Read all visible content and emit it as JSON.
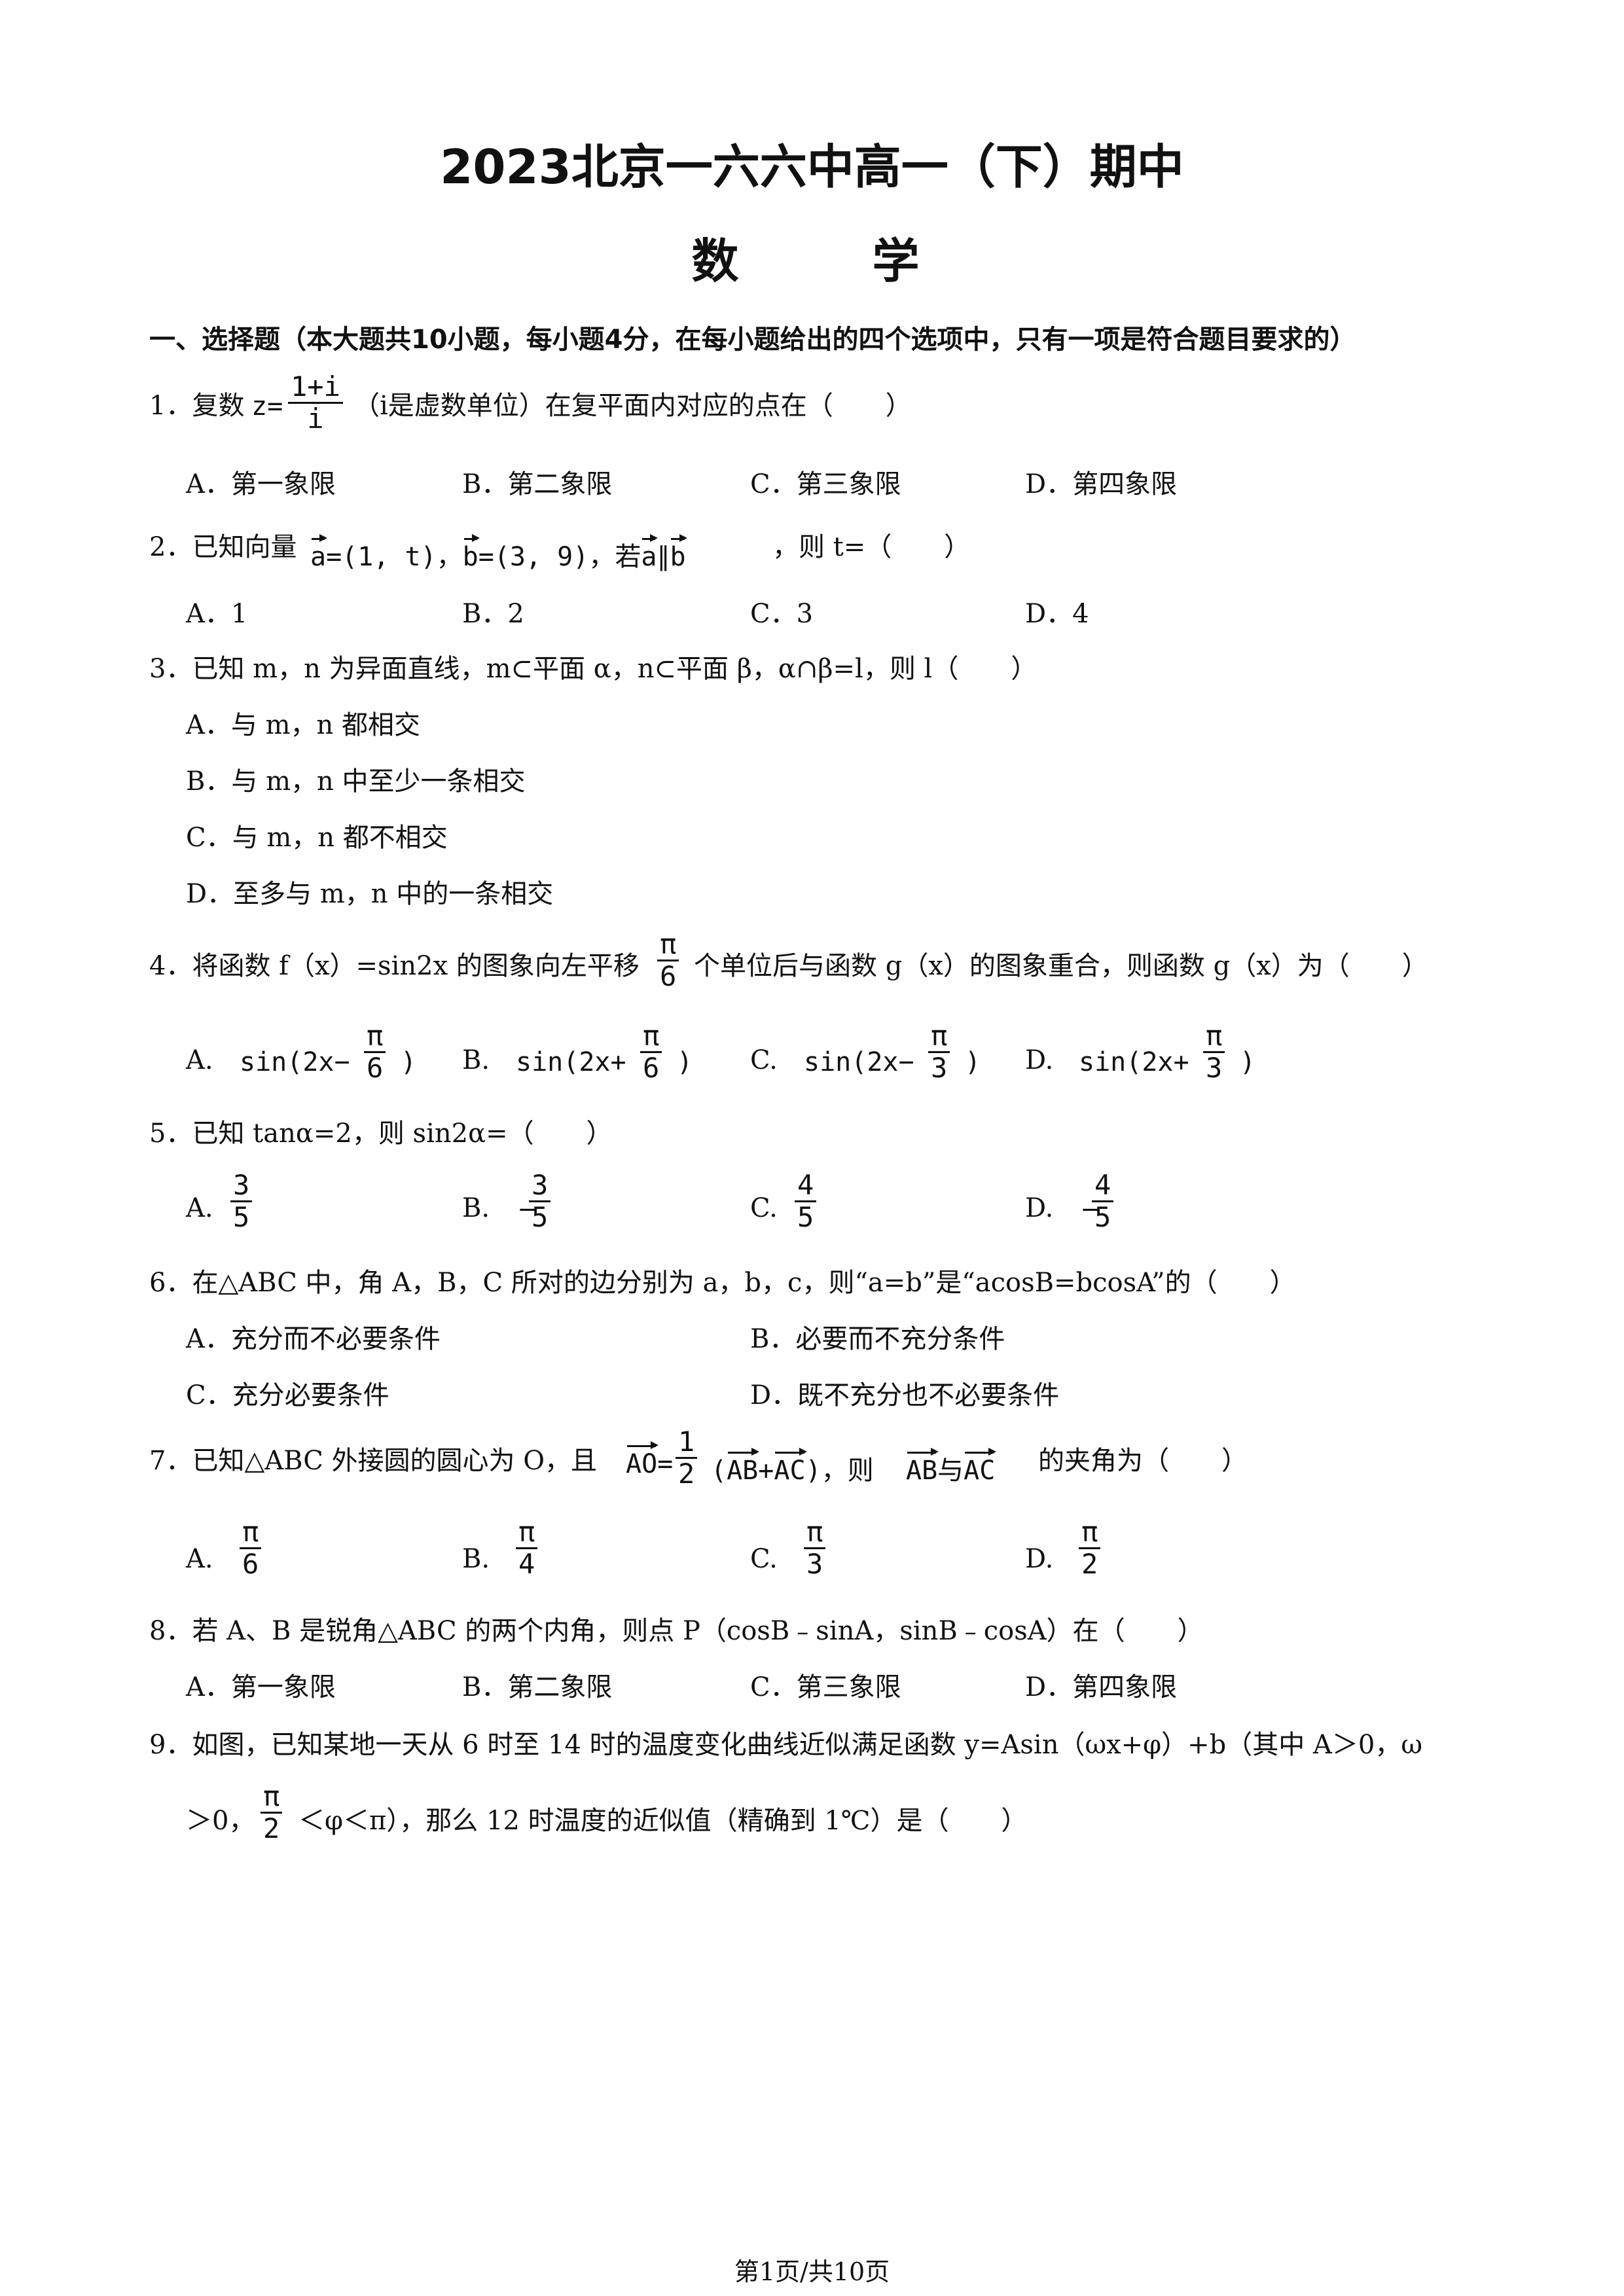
{
  "header": {
    "title": "2023北京一六六中高一（下）期中",
    "subject": "数　　学"
  },
  "section1": "一、选择题（本大题共10小题，每小题4分，在每小题给出的四个选项中，只有一项是符合题目要求的）",
  "q1": {
    "pre": "1．复数",
    "z": "z=",
    "num": "1+i",
    "den": "i",
    "post": "（i是虚数单位）在复平面内对应的点在（　　）",
    "A": "A．第一象限",
    "B": "B．第二象限",
    "C": "C．第三象限",
    "D": "D．第四象限"
  },
  "q2": {
    "pre": "2．已知向量",
    "a": "a",
    "a_val": "=(1, t)，",
    "b": "b",
    "b_val": "=(3, 9)，若",
    "a2": "a",
    "par": "∥",
    "b2": "b",
    "post": "，则 t=（　　）",
    "A": "A．1",
    "B": "B．2",
    "C": "C．3",
    "D": "D．4"
  },
  "q3": {
    "stem": "3．已知 m，n 为异面直线，m⊂平面 α，n⊂平面 β，α∩β=l，则 l（　　）",
    "A": "A．与 m，n 都相交",
    "B": "B．与 m，n 中至少一条相交",
    "C": "C．与 m，n 都不相交",
    "D": "D．至多与 m，n 中的一条相交"
  },
  "q4": {
    "pre": "4．将函数 f（x）=sin2x 的图象向左平移",
    "num": "π",
    "den": "6",
    "post": "个单位后与函数 g（x）的图象重合，则函数 g（x）为（　　）",
    "A_label": "A.",
    "A_expr": "sin(2x−",
    "A_num": "π",
    "A_den": "6",
    "A_close": ")",
    "B_label": "B.",
    "B_expr": "sin(2x+",
    "B_num": "π",
    "B_den": "6",
    "B_close": ")",
    "C_label": "C.",
    "C_expr": "sin(2x−",
    "C_num": "π",
    "C_den": "3",
    "C_close": ")",
    "D_label": "D.",
    "D_expr": "sin(2x+",
    "D_num": "π",
    "D_den": "3",
    "D_close": ")"
  },
  "q5": {
    "stem": "5．已知 tanα=2，则 sin2α=（　　）",
    "A_label": "A.",
    "A_num": "3",
    "A_den": "5",
    "B_label": "B.",
    "B_sign": "−",
    "B_num": "3",
    "B_den": "5",
    "C_label": "C.",
    "C_num": "4",
    "C_den": "5",
    "D_label": "D.",
    "D_sign": "−",
    "D_num": "4",
    "D_den": "5"
  },
  "q6": {
    "stem": "6．在△ABC 中，角 A，B，C 所对的边分别为 a，b，c，则“a=b”是“acosB=bcosA”的（　　）",
    "A": "A．充分而不必要条件",
    "B": "B．必要而不充分条件",
    "C": "C．充分必要条件",
    "D": "D．既不充分也不必要条件"
  },
  "q7": {
    "pre": "7．已知△ABC 外接圆的圆心为 O，且",
    "AO": "AO",
    "eq": "=",
    "num": "1",
    "den": "2",
    "open": "(",
    "AB": "AB",
    "plus": "+",
    "AC": "AC",
    "close": ")，则",
    "AB2": "AB",
    "with": "与",
    "AC2": "AC",
    "post": "的夹角为（　　）",
    "A_label": "A.",
    "A_num": "π",
    "A_den": "6",
    "B_label": "B.",
    "B_num": "π",
    "B_den": "4",
    "C_label": "C.",
    "C_num": "π",
    "C_den": "3",
    "D_label": "D.",
    "D_num": "π",
    "D_den": "2"
  },
  "q8": {
    "stem": "8．若 A、B 是锐角△ABC 的两个内角，则点 P（cosB﹣sinA，sinB﹣cosA）在（　　）",
    "A": "A．第一象限",
    "B": "B．第二象限",
    "C": "C．第三象限",
    "D": "D．第四象限"
  },
  "q9": {
    "line1": "9．如图，已知某地一天从 6 时至 14 时的温度变化曲线近似满足函数 y=Asin（ωx+φ）+b（其中 A＞0，ω",
    "line2_pre": "＞0，",
    "num": "π",
    "den": "2",
    "line2_post": "＜φ＜π），那么 12 时温度的近似值（精确到 1℃）是（　　）"
  },
  "footer": "第1页/共10页"
}
